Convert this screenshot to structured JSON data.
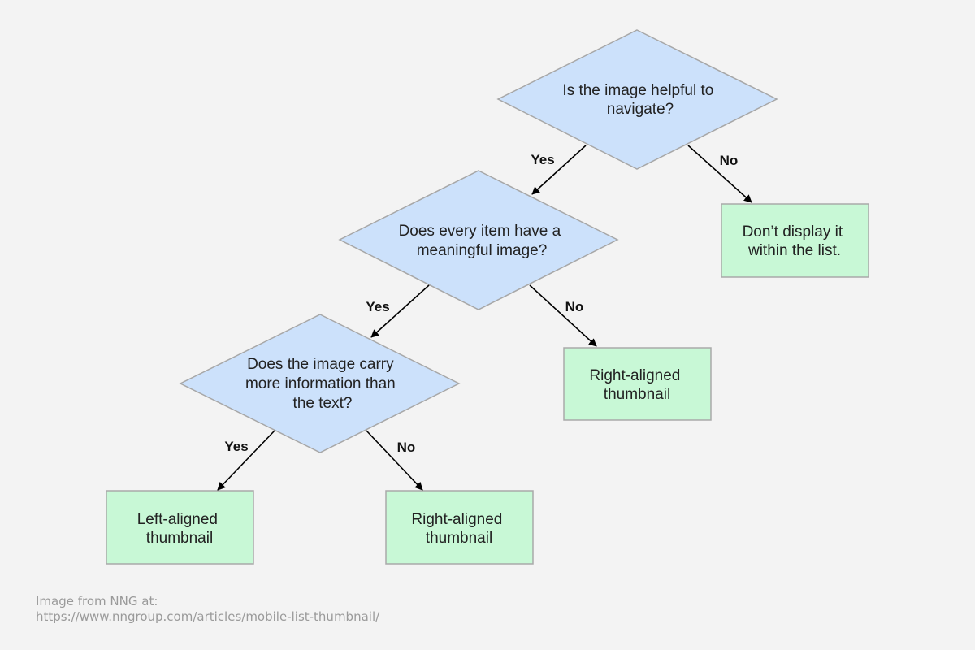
{
  "colors": {
    "background": "#f3f3f3",
    "decision_fill": "#cce1fb",
    "decision_stroke": "#a7a7a7",
    "outcome_fill": "#c8f8d6",
    "outcome_stroke": "#a9a9a9",
    "edge": "#000000"
  },
  "decisions": {
    "helpful": {
      "lines": [
        "Is the image helpful to",
        "navigate?"
      ]
    },
    "meaningful": {
      "lines": [
        "Does every item have a",
        "meaningful image?"
      ]
    },
    "more_info": {
      "lines": [
        "Does the image carry",
        "more information than",
        "the text?"
      ]
    }
  },
  "outcomes": {
    "dont_display": {
      "lines": [
        "Don’t display it",
        "within the list."
      ]
    },
    "right_thumb_1": {
      "lines": [
        "Right-aligned",
        "thumbnail"
      ]
    },
    "left_thumb": {
      "lines": [
        "Left-aligned",
        "thumbnail"
      ]
    },
    "right_thumb_2": {
      "lines": [
        "Right-aligned",
        "thumbnail"
      ]
    }
  },
  "edges": {
    "e1": {
      "label": "Yes"
    },
    "e2": {
      "label": "No"
    },
    "e3": {
      "label": "Yes"
    },
    "e4": {
      "label": "No"
    },
    "e5": {
      "label": "Yes"
    },
    "e6": {
      "label": "No"
    }
  },
  "credit": {
    "line1": "Image from NNG at:",
    "line2": "https://www.nngroup.com/articles/mobile-list-thumbnail/"
  }
}
